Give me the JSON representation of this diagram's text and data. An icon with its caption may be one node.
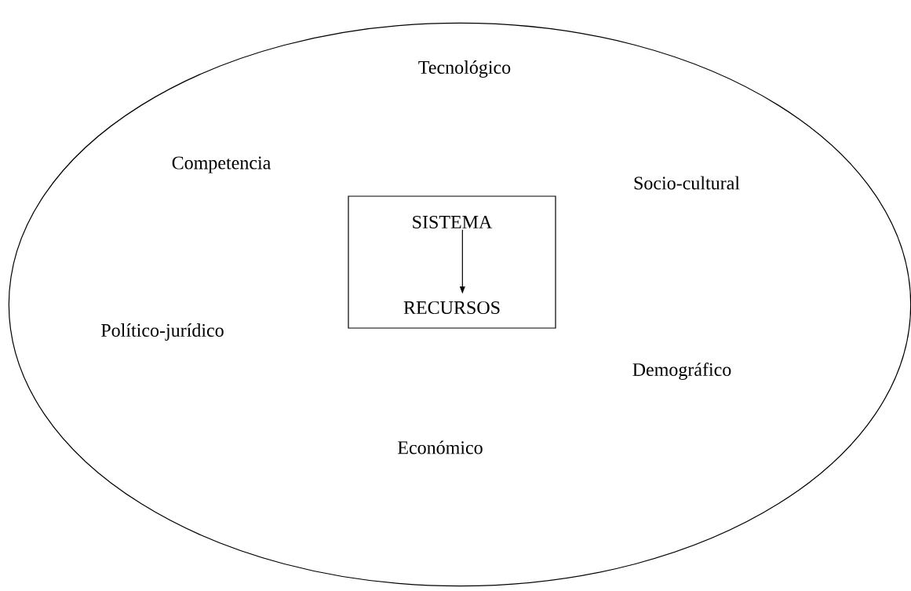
{
  "diagram": {
    "nodes": [
      {
        "text": [
          "Tecnológico",
          "Competencia",
          "Socio-cultural",
          "Político-jurídico",
          "Demográfico",
          "Económico"
        ]
      },
      {
        "text": [],
        "shape": "box",
        "in": 0
      },
      {
        "text": [
          "SISTEMA"
        ],
        "in": 1
      },
      {
        "text": [
          "RECURSOS"
        ],
        "in": 1
      }
    ],
    "edges": [
      {
        "from": 2,
        "to": 3,
        "arrow": "to"
      }
    ]
  }
}
